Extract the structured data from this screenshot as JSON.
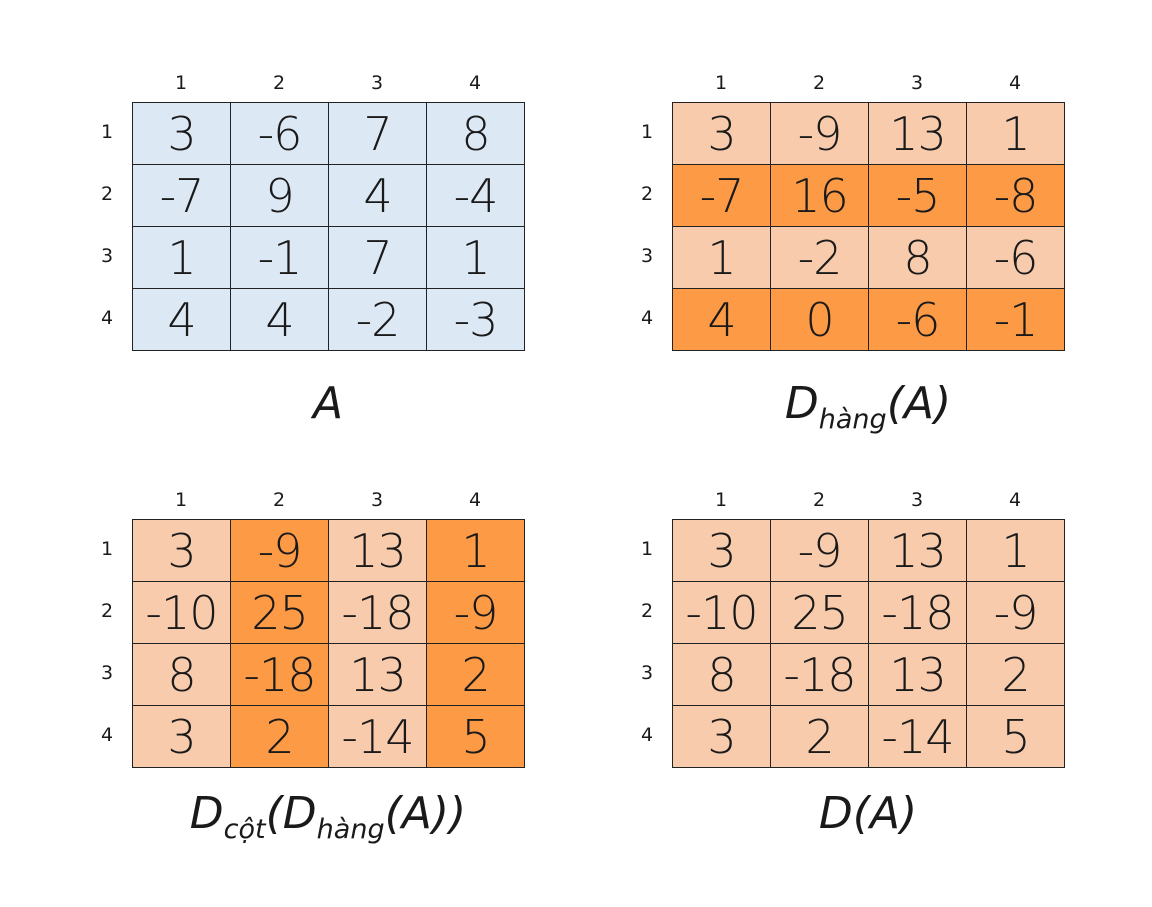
{
  "colors": {
    "blue": "#dde8f5",
    "light_orange": "#f8cbad",
    "dark_orange": "#fd9a45"
  },
  "panels": [
    {
      "id": "a",
      "col_headers": [
        "1",
        "2",
        "3",
        "4"
      ],
      "row_headers": [
        "1",
        "2",
        "3",
        "4"
      ],
      "cells": [
        [
          "3",
          "-6",
          "7",
          "8"
        ],
        [
          "-7",
          "9",
          "4",
          "-4"
        ],
        [
          "1",
          "-1",
          "7",
          "1"
        ],
        [
          "4",
          "4",
          "-2",
          "-3"
        ]
      ],
      "fills": [
        [
          "blue",
          "blue",
          "blue",
          "blue"
        ],
        [
          "blue",
          "blue",
          "blue",
          "blue"
        ],
        [
          "blue",
          "blue",
          "blue",
          "blue"
        ],
        [
          "blue",
          "blue",
          "blue",
          "blue"
        ]
      ],
      "caption": {
        "main": "A"
      }
    },
    {
      "id": "d-hang",
      "col_headers": [
        "1",
        "2",
        "3",
        "4"
      ],
      "row_headers": [
        "1",
        "2",
        "3",
        "4"
      ],
      "cells": [
        [
          "3",
          "-9",
          "13",
          "1"
        ],
        [
          "-7",
          "16",
          "-5",
          "-8"
        ],
        [
          "1",
          "-2",
          "8",
          "-6"
        ],
        [
          "4",
          "0",
          "-6",
          "-1"
        ]
      ],
      "fills": [
        [
          "light",
          "light",
          "light",
          "light"
        ],
        [
          "dark",
          "dark",
          "dark",
          "dark"
        ],
        [
          "light",
          "light",
          "light",
          "light"
        ],
        [
          "dark",
          "dark",
          "dark",
          "dark"
        ]
      ],
      "caption": {
        "main": "D",
        "sub": "hàng",
        "rest": "(A)"
      }
    },
    {
      "id": "d-cot-d-hang",
      "col_headers": [
        "1",
        "2",
        "3",
        "4"
      ],
      "row_headers": [
        "1",
        "2",
        "3",
        "4"
      ],
      "cells": [
        [
          "3",
          "-9",
          "13",
          "1"
        ],
        [
          "-10",
          "25",
          "-18",
          "-9"
        ],
        [
          "8",
          "-18",
          "13",
          "2"
        ],
        [
          "3",
          "2",
          "-14",
          "5"
        ]
      ],
      "fills": [
        [
          "light",
          "dark",
          "light",
          "dark"
        ],
        [
          "light",
          "dark",
          "light",
          "dark"
        ],
        [
          "light",
          "dark",
          "light",
          "dark"
        ],
        [
          "light",
          "dark",
          "light",
          "dark"
        ]
      ],
      "caption": {
        "main": "D",
        "sub": "cột",
        "mid": "(D",
        "sub2": "hàng",
        "rest": "(A))"
      }
    },
    {
      "id": "d",
      "col_headers": [
        "1",
        "2",
        "3",
        "4"
      ],
      "row_headers": [
        "1",
        "2",
        "3",
        "4"
      ],
      "cells": [
        [
          "3",
          "-9",
          "13",
          "1"
        ],
        [
          "-10",
          "25",
          "-18",
          "-9"
        ],
        [
          "8",
          "-18",
          "13",
          "2"
        ],
        [
          "3",
          "2",
          "-14",
          "5"
        ]
      ],
      "fills": [
        [
          "light",
          "light",
          "light",
          "light"
        ],
        [
          "light",
          "light",
          "light",
          "light"
        ],
        [
          "light",
          "light",
          "light",
          "light"
        ],
        [
          "light",
          "light",
          "light",
          "light"
        ]
      ],
      "caption": {
        "main": "D(A)"
      }
    }
  ]
}
